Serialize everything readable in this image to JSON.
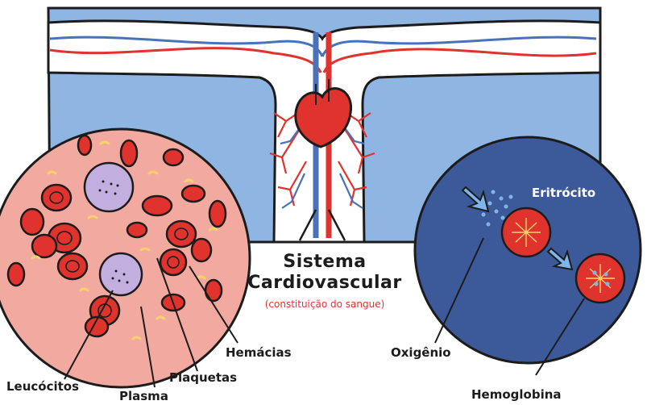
{
  "title": {
    "line1": "Sistema",
    "line2": "Cardiovascular",
    "subtitle": "(constituição do sangue)"
  },
  "labels": {
    "leucocitos": "Leucócitos",
    "plasma": "Plasma",
    "plaquetas": "Plaquetas",
    "hemacias": "Hemácias",
    "oxigenio": "Oxigênio",
    "hemoglobina": "Hemoglobina",
    "eritrocito": "Eritrócito"
  },
  "colors": {
    "body_bg": "#8fb5e3",
    "vein": "#4a72b8",
    "artery": "#e0332e",
    "plasma_bg": "#f2a9a0",
    "leukocyte": "#c3aee0",
    "platelet": "#f7d26b",
    "oxygen_bg": "#3c5a9a",
    "oxygen_dots": "#7fb6ea"
  }
}
